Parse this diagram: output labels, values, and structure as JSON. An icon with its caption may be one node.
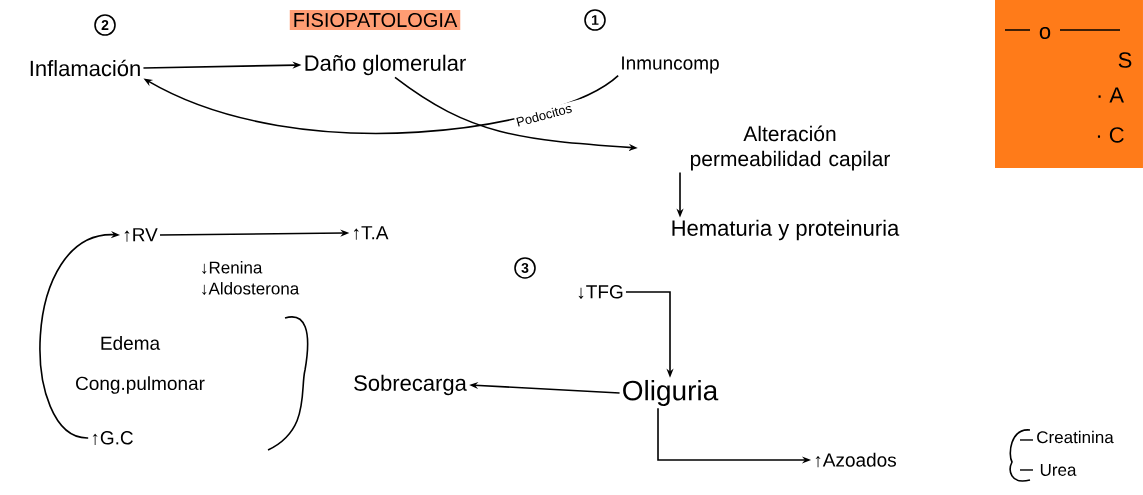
{
  "diagram": {
    "title": "FISIOPATOLOGIA",
    "nodes": [
      {
        "text": [
          "Inflamación"
        ]
      },
      {
        "text": [
          "Daño glomerular"
        ]
      },
      {
        "text": [
          "Inmuncomp"
        ]
      },
      {
        "text": [
          "Alteración permeabilidad capilar"
        ]
      },
      {
        "text": [
          "Hematuria y proteinuria"
        ]
      },
      {
        "text": [
          "↑RV"
        ]
      },
      {
        "text": [
          "↑T.A"
        ]
      },
      {
        "text": [
          "Edema"
        ]
      },
      {
        "text": [
          "Cong.pulmonar"
        ]
      },
      {
        "text": [
          "↑G.C"
        ]
      },
      {
        "text": [
          "Sobrecarga"
        ]
      },
      {
        "text": [
          "↓TFG"
        ]
      },
      {
        "text": [
          "Oliguria"
        ]
      },
      {
        "text": [
          "↑Azoados"
        ]
      },
      {
        "text": [
          "2"
        ]
      },
      {
        "text": [
          "1"
        ]
      },
      {
        "text": [
          "3"
        ]
      }
    ],
    "edges": [
      {
        "from": 0,
        "to": 1,
        "arrow": "to"
      },
      {
        "from": 2,
        "to": 0,
        "arrow": "to"
      },
      {
        "from": 1,
        "to": 3,
        "arrow": "to",
        "label": "Podocitos"
      },
      {
        "from": 3,
        "to": 4,
        "arrow": "to"
      },
      {
        "from": 5,
        "to": 6,
        "arrow": "to",
        "label": "↓Renina ↓Aldosterona"
      },
      {
        "from": 9,
        "to": 5,
        "arrow": "to"
      },
      {
        "from": 11,
        "to": 12,
        "arrow": "to"
      },
      {
        "from": 12,
        "to": 10,
        "arrow": "to"
      },
      {
        "from": 12,
        "to": 13,
        "arrow": "to"
      }
    ],
    "labels": [
      "o",
      "S",
      "· A",
      "· C",
      "Creatinina",
      "Urea"
    ]
  }
}
